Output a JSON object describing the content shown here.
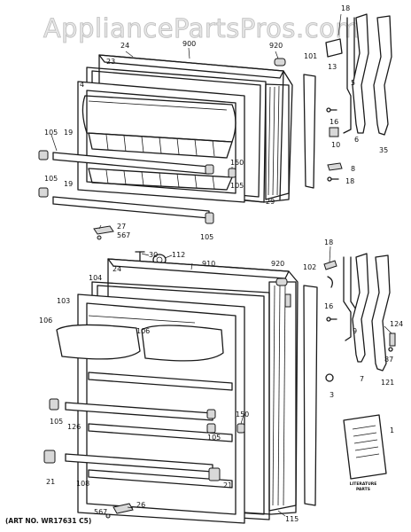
{
  "watermark": "AppliancePartsPros.com",
  "art_number": "(ART NO. WR17631 C5)",
  "literature_label_1": "LITERATURE",
  "literature_label_2": "PARTS",
  "callouts": [
    "18",
    "24",
    "900",
    "920",
    "101",
    "13",
    "23",
    "4",
    "5",
    "16",
    "6",
    "35",
    "105",
    "19",
    "150",
    "105",
    "29",
    "10",
    "8",
    "18",
    "105",
    "19",
    "105",
    "27",
    "567",
    "30",
    "112",
    "910",
    "920",
    "102",
    "18",
    "24",
    "104",
    "103",
    "9",
    "7",
    "124",
    "87",
    "121",
    "106",
    "106",
    "16",
    "3",
    "105",
    "126",
    "150",
    "105",
    "21",
    "108",
    "21",
    "1",
    "115",
    "567",
    "26"
  ]
}
